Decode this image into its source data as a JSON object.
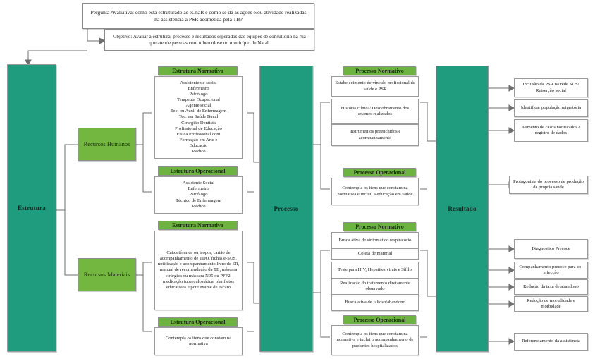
{
  "header": {
    "question": "Pergunta Avaliativa: como está estruturado as eCnaR e como se dá as ações e/ou atividade realizadas na assistência a PSR acometida pela TB?",
    "objective": "Objetivo: Avaliar a estrutura, processo e resultados esperados das equipes de consultório na rua que atende pessoas com tuberculose no município de Natal."
  },
  "pillars": {
    "estrutura": "Estrutura",
    "processo": "Processo",
    "resultado": "Resultado"
  },
  "resources": {
    "humanos": "Recursos Humanos",
    "materiais": "Recursos Materiais"
  },
  "headings": {
    "estrutura_normativa": "Estrutura Normativa",
    "estrutura_operacional": "Estrutura Operacional",
    "processo_normativo": "Processo Normativo",
    "processo_operacional": "Processo Operacional"
  },
  "estrutura": {
    "humanos_normativa": "Assistentente social\nEnfermeiro\nPsicólogo\nTerapeuta Ocupacional\nAgente social\nTec. ou Auxi. de Enfermagem\nTec. em Saúde Bucal\nCirurgião Dentista\nProfissional de Educação\nFísica Profissional com\nFormação em Arte e\nEducação\nMédico",
    "humanos_operacional": "Assistente Social\nEnfermeiro\nPsicólogo\nTécnico de Enfermagem\nMédico",
    "materiais_normativa": "Caixa térmica ou isopor, cartão de acompanhamento de TDO, fichas e-SUS, notificação e acompanhamento livro de SR, manual de recomendação da TB, máscara cirúrgica ou máscara N95 ou PFF2, medicação tuberculostática, planfletos educativos e pote exame de escaro",
    "materiais_operacional": "Contempla os itens que constam na normativa"
  },
  "processo": {
    "normativo_top": [
      "Estabelecimento de vínculo profissional de saúde e PSR",
      "História clínica/ Desdobramento dos exames realizados",
      "Instrumentos preenchidos e acompanhamento"
    ],
    "operacional_top": "Contempla os itens que constam na normativa e incluil a educação em saúde",
    "normativo_bottom": [
      "Busca ativa de sintomático respiratório",
      "Coleta de material",
      "Teste para HIV, Hepatites virais e Sífilis",
      "Realização do tratamento diretamente observado",
      "Busca ativa de faltoso/abandono"
    ],
    "operacional_bottom": "Contempla os itens que constam na normativa e inclui o acompanhamento de pacientes hospitalizados"
  },
  "resultado": {
    "group_top": [
      "Inclusão da PSR na rede SUS/ Reiserção social",
      "Identificar população migratória",
      "Aumento de casos notificados e registro de dados"
    ],
    "single_mid": "Protagonista do processo de produção da própria saúde",
    "group_bottom": [
      "Diagnostico Precoce",
      "Companhamento precoce para co-infecção",
      "Redução da taxa de abandono",
      "Redução de mortalidade e morbidade"
    ],
    "single_bottom": "Referenciamento da assistência"
  },
  "colors": {
    "teal": "#1f9b7e",
    "green": "#74b740",
    "green_header": "#6cb33f",
    "border": "#9a9a9a",
    "background": "#ffffff"
  }
}
